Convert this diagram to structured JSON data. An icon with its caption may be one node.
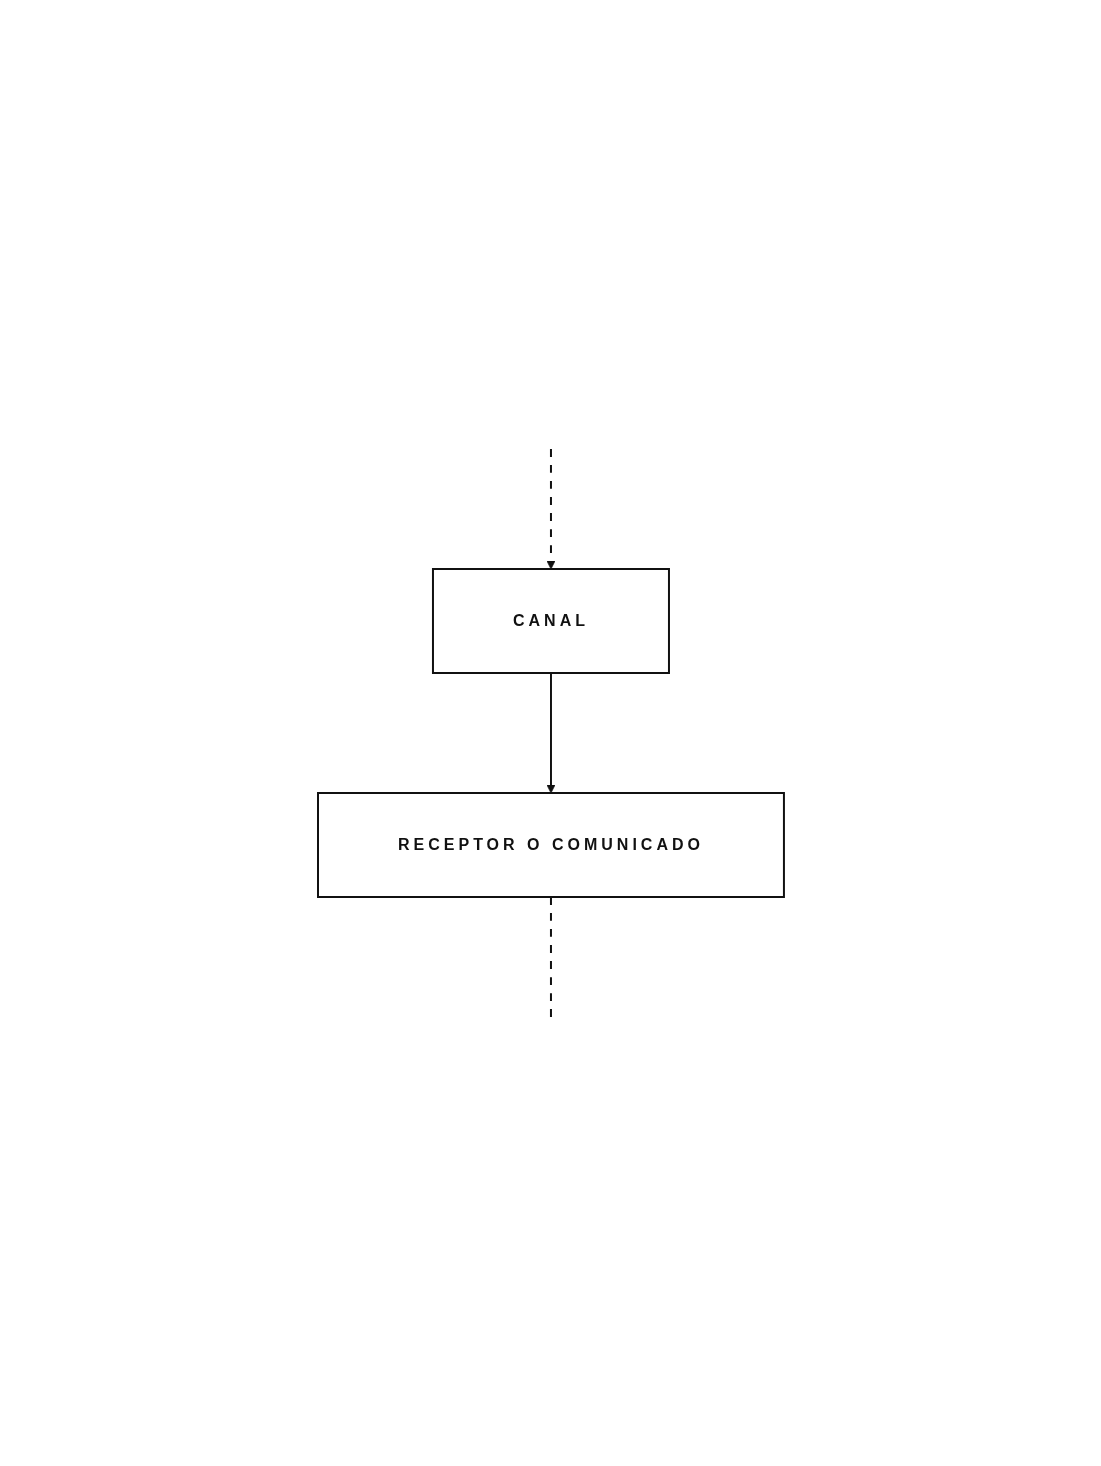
{
  "diagram": {
    "nodes": [
      {
        "text": [
          "CANAL"
        ]
      },
      {
        "text": [
          "RECEPTOR O COMUNICADO"
        ]
      }
    ],
    "edges": [
      {
        "from": null,
        "to": 0,
        "arrow": "to",
        "style": "dashed"
      },
      {
        "from": 0,
        "to": 1,
        "arrow": "to"
      },
      {
        "from": 1,
        "to": null,
        "arrow": "none",
        "style": "dashed"
      }
    ]
  }
}
